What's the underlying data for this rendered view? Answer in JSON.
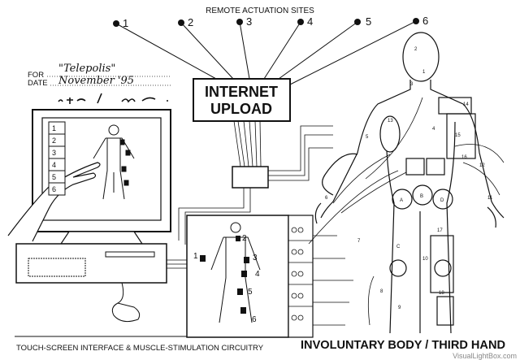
{
  "header": {
    "remote_label": "REMOTE ACTUATION SITES"
  },
  "sites": [
    "1",
    "2",
    "3",
    "4",
    "5",
    "6"
  ],
  "form": {
    "for_label": "FOR",
    "for_value": "\"Telepolis\"",
    "date_label": "DATE",
    "date_value": "November '95",
    "signature": "stelarc"
  },
  "upload_box": {
    "line1": "INTERNET",
    "line2": "UPLOAD"
  },
  "screen_list": [
    "1",
    "2",
    "3",
    "4",
    "5",
    "6"
  ],
  "panel_numbers": [
    "1",
    "2",
    "3",
    "4",
    "5",
    "6"
  ],
  "body_labels": [
    "1",
    "2",
    "3",
    "4",
    "5",
    "6",
    "7",
    "8",
    "9",
    "10",
    "11",
    "12",
    "13",
    "14",
    "15",
    "16",
    "17",
    "18",
    "A",
    "B",
    "C",
    "D"
  ],
  "captions": {
    "left": "TOUCH-SCREEN INTERFACE &  MUSCLE-STIMULATION CIRCUITRY",
    "right": "INVOLUNTARY BODY / THIRD HAND"
  },
  "watermark": "VisualLightBox.com"
}
